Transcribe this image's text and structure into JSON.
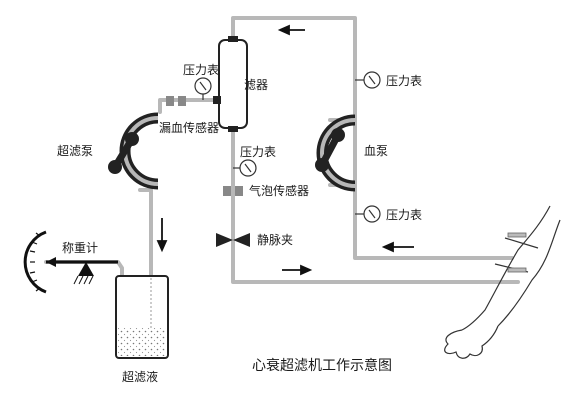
{
  "labels": {
    "filter": "滤器",
    "pressure_gauge_top": "压力表",
    "pressure_gauge_mid": "压力表",
    "pressure_gauge_blood_pump_top": "压力表",
    "pressure_gauge_blood_pump_bottom": "压力表",
    "blood_leak_sensor": "漏血传感器",
    "ultrafiltration_pump": "超滤泵",
    "blood_pump": "血泵",
    "bubble_sensor": "气泡传感器",
    "venous_clamp": "静脉夹",
    "scale": "称重计",
    "ultrafiltrate": "超滤液"
  },
  "caption": "心衰超滤机工作示意图"
}
